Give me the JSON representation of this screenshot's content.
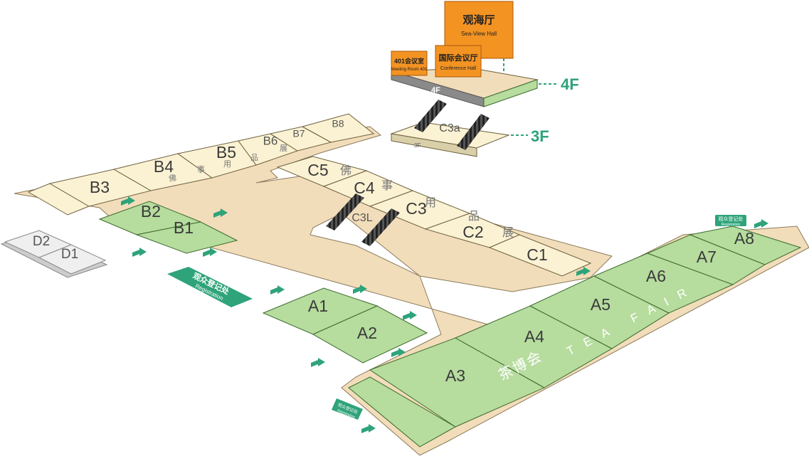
{
  "floors": {
    "fourth": "4F",
    "third": "3F"
  },
  "signs": {
    "sea_view_hall": {
      "cn": "观海厅",
      "en": "Sea-View Hall"
    },
    "conference_hall": {
      "cn": "国际会议厅",
      "en": "Conference Hall"
    },
    "meeting_room": {
      "cn": "401会议室",
      "en": "Meeting Room 401"
    }
  },
  "halls": {
    "a": [
      "A1",
      "A2",
      "A3",
      "A4",
      "A5",
      "A6",
      "A7",
      "A8"
    ],
    "b": [
      "B1",
      "B2",
      "B3",
      "B4",
      "B5",
      "B6",
      "B7",
      "B8"
    ],
    "c": [
      "C1",
      "C2",
      "C3",
      "C4",
      "C5",
      "C3a",
      "C3L"
    ],
    "d": [
      "D1",
      "D2"
    ]
  },
  "zone_text": {
    "buddhist_expo": [
      "佛",
      "事",
      "用",
      "品",
      "展"
    ],
    "tea_fair_cn": "茶博会",
    "tea_fair_en": "TEA FAIR"
  },
  "registration": {
    "cn": "观众登记处",
    "en": "Registration"
  },
  "colors": {
    "green_hall": "#b6dc9e",
    "green_edge": "#3b6a2c",
    "cream_hall": "#fbf2d3",
    "cream_edge": "#6b5f3c",
    "floor_base": "#f2ddbb",
    "grey_hall": "#ededed",
    "orange_sign": "#f39322",
    "accent_green": "#2fa37a"
  }
}
